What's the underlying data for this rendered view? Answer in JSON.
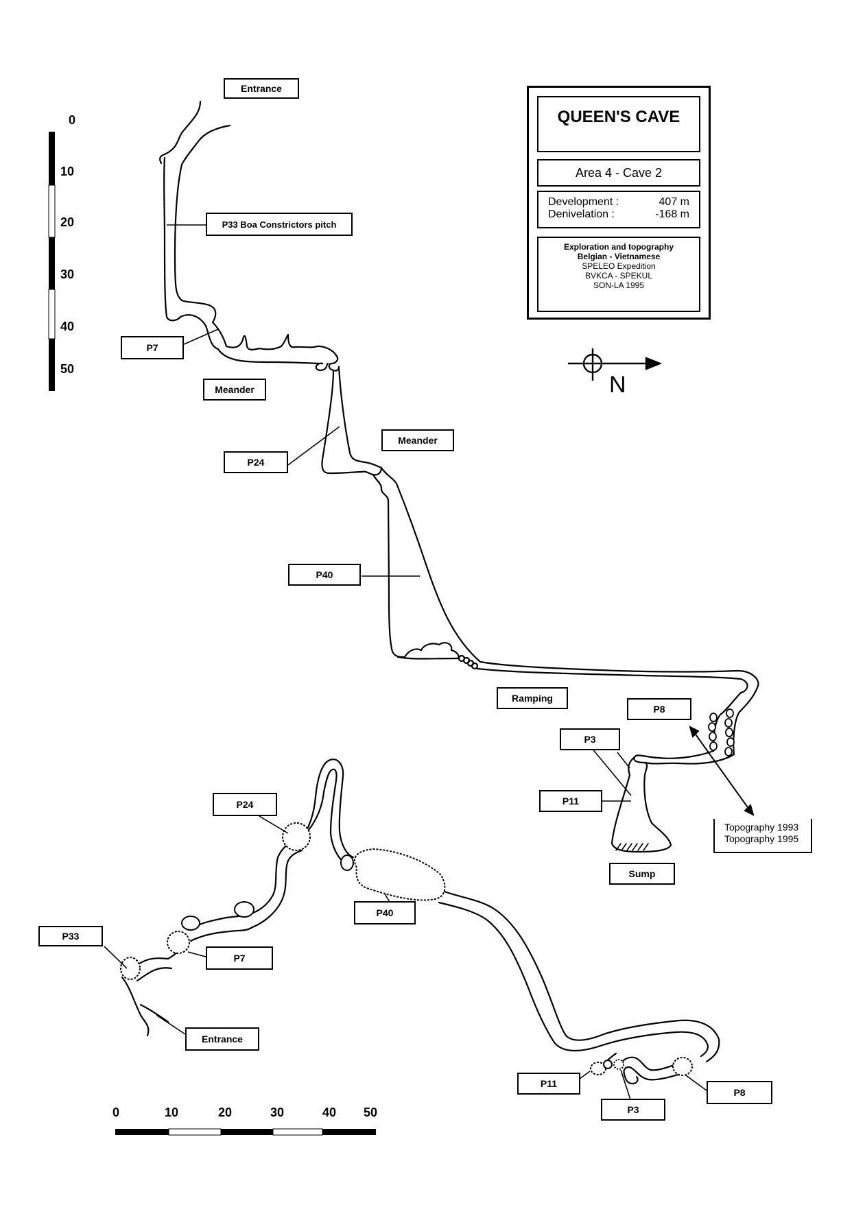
{
  "title": "QUEEN'S CAVE",
  "area": "Area 4 - Cave 2",
  "stats": [
    {
      "label": "Development :",
      "value": "407 m"
    },
    {
      "label": "Denivelation :",
      "value": "-168 m"
    }
  ],
  "credits": [
    "Exploration and topography",
    "Belgian - Vietnamese",
    "SPELEO Expedition",
    "BVKCA - SPEKUL",
    "SON-LA 1995"
  ],
  "north_label": "N",
  "profile_labels": {
    "entrance": "Entrance",
    "p33": "P33 Boa Constrictors pitch",
    "p7": "P7",
    "meander1": "Meander",
    "p24": "P24",
    "meander2": "Meander",
    "p40": "P40",
    "ramping": "Ramping",
    "p8": "P8",
    "p3": "P3",
    "p11": "P11",
    "sump": "Sump"
  },
  "topography_legend": [
    "Topography 1993",
    "Topography 1995"
  ],
  "plan_labels": {
    "p24": "P24",
    "p33": "P33",
    "p7": "P7",
    "entrance": "Entrance",
    "p40": "P40",
    "p11": "P11",
    "p3": "P3",
    "p8": "P8"
  },
  "vertical_scale": {
    "ticks": [
      "0",
      "10",
      "20",
      "30",
      "40",
      "50"
    ]
  },
  "horizontal_scale": {
    "ticks": [
      "0",
      "10",
      "20",
      "30",
      "40",
      "50"
    ]
  }
}
